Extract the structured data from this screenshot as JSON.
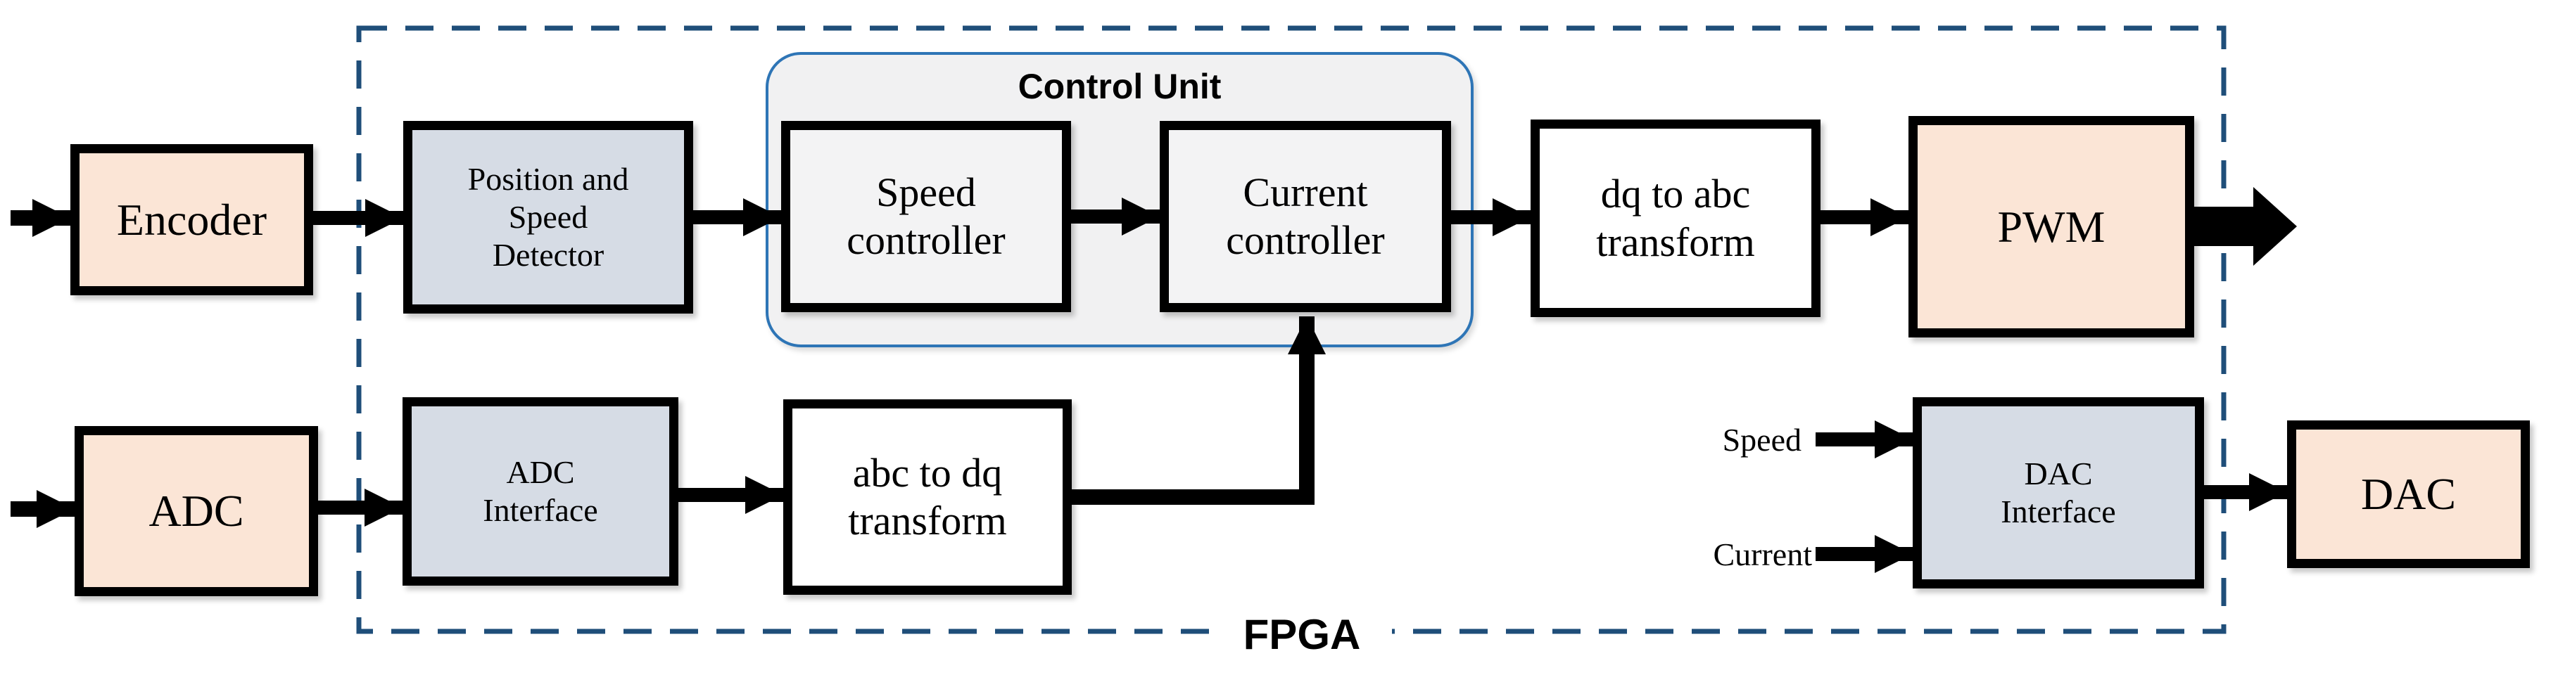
{
  "colors": {
    "peach": "#fbe5d6",
    "slate": "#d6dce5",
    "cu-fill": "#f1f1f2",
    "cu-border": "#2e75b6",
    "navy": "#1f4e79",
    "ink": "#000000"
  },
  "labels": {
    "control_unit": "Control Unit",
    "fpga": "FPGA",
    "speed_signal": "Speed",
    "current_signal": "Current"
  },
  "blocks": {
    "encoder": "Encoder",
    "adc": "ADC",
    "position_speed_detector": "Position and\nSpeed\nDetector",
    "adc_interface": "ADC\nInterface",
    "speed_controller": "Speed\ncontroller",
    "current_controller": "Current\ncontroller",
    "abc_to_dq": "abc to dq\ntransform",
    "dq_to_abc": "dq to abc\ntransform",
    "pwm": "PWM",
    "dac_interface": "DAC\nInterface",
    "dac": "DAC"
  }
}
